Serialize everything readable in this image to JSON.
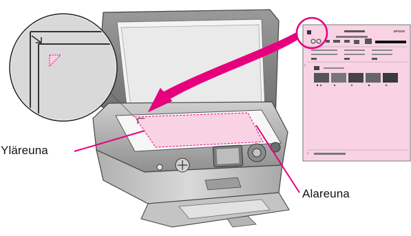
{
  "labels": {
    "top_edge": "Yläreuna",
    "bottom_edge": "Alareuna"
  },
  "index_sheet": {
    "brand": "EPSON"
  },
  "colors": {
    "accent_magenta": "#e6007e",
    "sheet_pink": "#f9d3e4",
    "printer_gray": "#b9b9b9",
    "dark_gray": "#555555"
  },
  "icons": {
    "callout_zoom": "magnifier-circle",
    "direction_arrow": "curved-arrow"
  }
}
